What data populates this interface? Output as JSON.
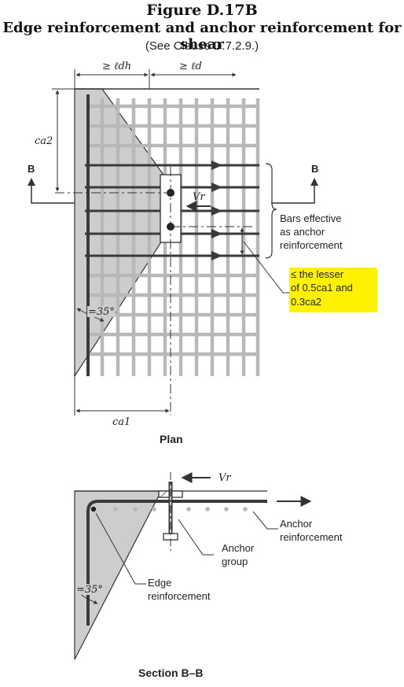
{
  "figure": {
    "number": "Figure D.17B",
    "title": "Edge reinforcement and anchor reinforcement for shear",
    "reference": "(See Clause D.7.2.9.)"
  },
  "plan": {
    "dim_ldh": "≥ ℓdh",
    "dim_ld": "≥ ℓd",
    "dim_ca2": "ca2",
    "dim_ca1": "ca1",
    "section_mark_left": "B",
    "section_mark_right": "B",
    "force_label": "Vr",
    "angle_label": "=35°",
    "bars_label": [
      "Bars effective",
      "as anchor",
      "reinforcement"
    ],
    "spacing_label": [
      "≤ the lesser",
      "of 0.5ca1 and",
      "0.3ca2"
    ],
    "caption": "Plan"
  },
  "section": {
    "force_label": "Vr",
    "angle_label": "=35°",
    "anchor_reinf_label": [
      "Anchor",
      "reinforcement"
    ],
    "anchor_group_label": [
      "Anchor",
      "group"
    ],
    "edge_reinf_label": [
      "Edge",
      "reinforcement"
    ],
    "caption": "Section B–B"
  },
  "colors": {
    "shade": "#cdcdcd",
    "grid": "#b8b8b8",
    "bar": "#3a3a3a",
    "highlight": "#fff200"
  }
}
